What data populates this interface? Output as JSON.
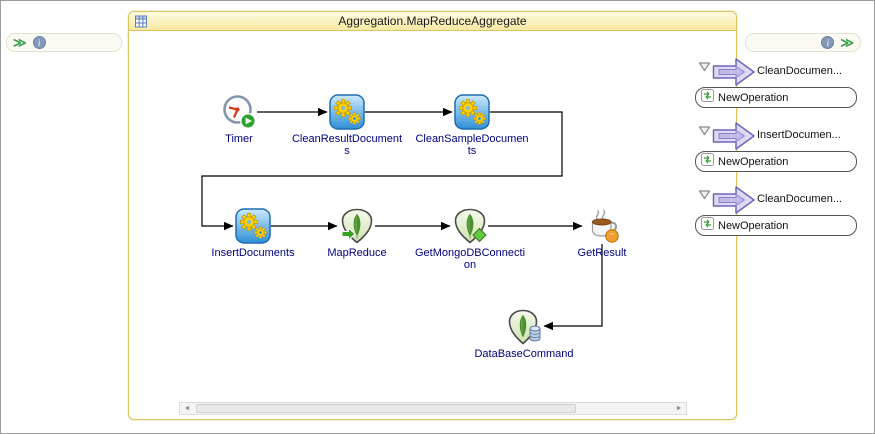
{
  "window": {
    "title": "Aggregation.MapReduceAggregate"
  },
  "toolbars": {
    "left": {
      "chevrons_glyph": "≫",
      "info_glyph": "i"
    },
    "right": {
      "chevrons_glyph": "≫",
      "info_glyph": "i"
    }
  },
  "diagram": {
    "nodes": [
      {
        "id": "timer",
        "label": "Timer",
        "icon": "timer-icon"
      },
      {
        "id": "clean-result-documents",
        "label": "CleanResultDocuments",
        "icon": "gears-service-icon"
      },
      {
        "id": "clean-sample-documents",
        "label": "CleanSampleDocuments",
        "icon": "gears-service-icon"
      },
      {
        "id": "insert-documents",
        "label": "InsertDocuments",
        "icon": "gears-service-icon"
      },
      {
        "id": "map-reduce",
        "label": "MapReduce",
        "icon": "mongodb-mapreduce-icon"
      },
      {
        "id": "get-mongodb-connection",
        "label": "GetMongoDBConnection",
        "icon": "mongodb-connection-icon"
      },
      {
        "id": "get-result",
        "label": "GetResult",
        "icon": "java-cup-icon"
      },
      {
        "id": "database-command",
        "label": "DataBaseCommand",
        "icon": "mongodb-database-icon"
      }
    ]
  },
  "scrollbar": {
    "left_arrow": "◄",
    "right_arrow": "►"
  },
  "right_panel": {
    "groups": [
      {
        "map_label": "CleanDocumen...",
        "operation_label": "NewOperation"
      },
      {
        "map_label": "InsertDocumen...",
        "operation_label": "NewOperation"
      },
      {
        "map_label": "CleanDocumen...",
        "operation_label": "NewOperation"
      }
    ]
  },
  "colors": {
    "title_bar_border": "#d9c45f",
    "title_bar_bg_top": "#fefbdf",
    "title_bar_bg_bottom": "#f6e8a4",
    "node_label": "#00007f",
    "map_arrow_fill": "#dedaf4",
    "map_arrow_border": "#6f66b8",
    "connector": "#000000"
  }
}
